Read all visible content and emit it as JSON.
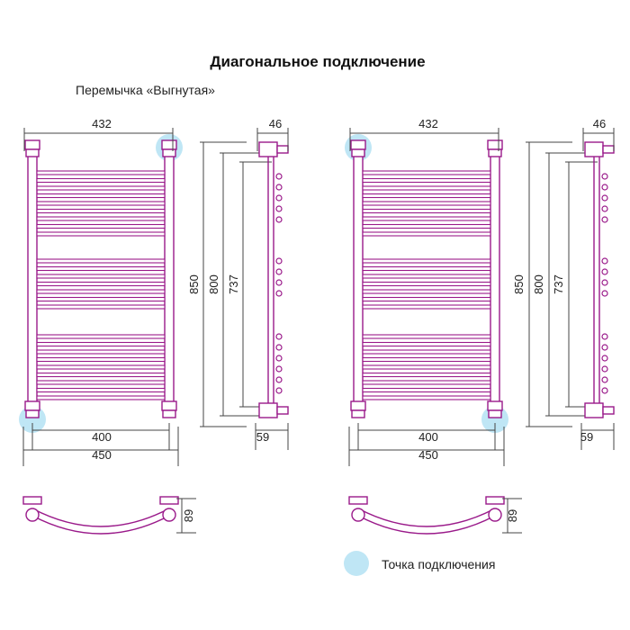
{
  "title": "Диагональное подключение",
  "subtitle": "Перемычка «Выгнутая»",
  "colors": {
    "tube": "#9a1a8a",
    "connection_point": "#bfe6f5",
    "dimension_line": "#444444"
  },
  "dimensions": {
    "top_width": "432",
    "depth_top": "46",
    "height_total": "850",
    "height_800": "800",
    "height_737": "737",
    "inner_width": "400",
    "outer_width": "450",
    "depth_bottom": "59",
    "bend_depth": "89"
  },
  "legend": {
    "label": "Точка подключения",
    "icon": "connection-point-circle"
  }
}
